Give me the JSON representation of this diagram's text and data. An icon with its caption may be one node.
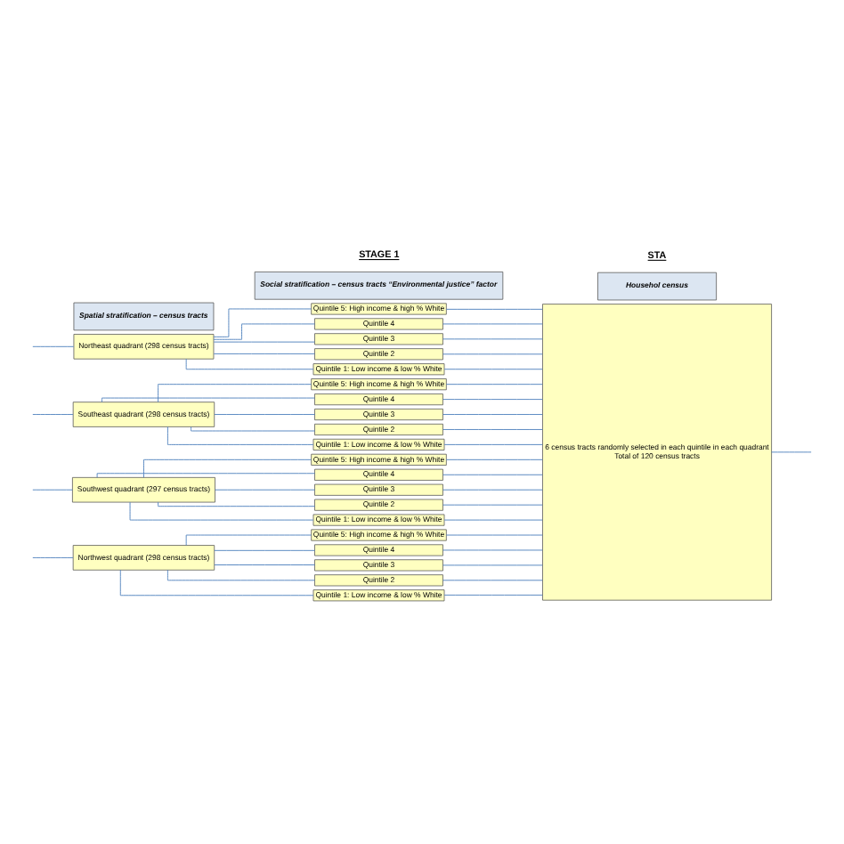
{
  "diagram": {
    "nodes": [
      {
        "text": [
          "Spatial stratification – census tracts"
        ]
      },
      {
        "text": [
          "Social stratification – census tracts “Environmental justice” factor"
        ]
      },
      {
        "text": [
          "Househol census"
        ]
      },
      {
        "text": [
          "Northeast quadrant (298 census tracts)"
        ]
      },
      {
        "text": [
          "Quintile 5: High income & high % White"
        ]
      },
      {
        "text": [
          "Quintile 4"
        ]
      },
      {
        "text": [
          "Quintile 3"
        ]
      },
      {
        "text": [
          "Quintile 2"
        ]
      },
      {
        "text": [
          "Quintile 1: Low income & low % White"
        ]
      },
      {
        "text": [
          "Southeast quadrant (298 census tracts)"
        ]
      },
      {
        "text": [
          "Quintile 5: High income & high % White"
        ]
      },
      {
        "text": [
          "Quintile 4"
        ]
      },
      {
        "text": [
          "Quintile 3"
        ]
      },
      {
        "text": [
          "Quintile 2"
        ]
      },
      {
        "text": [
          "Quintile 1: Low income & low % White"
        ]
      },
      {
        "text": [
          "Southwest quadrant (297 census tracts)"
        ]
      },
      {
        "text": [
          "Quintile 5: High income & high % White"
        ]
      },
      {
        "text": [
          "Quintile 4"
        ]
      },
      {
        "text": [
          "Quintile 3"
        ]
      },
      {
        "text": [
          "Quintile 2"
        ]
      },
      {
        "text": [
          "Quintile 1: Low income & low % White"
        ]
      },
      {
        "text": [
          "Northwest quadrant (298 census tracts)"
        ]
      },
      {
        "text": [
          "Quintile 5: High income & high % White"
        ]
      },
      {
        "text": [
          "Quintile 4"
        ]
      },
      {
        "text": [
          "Quintile 3"
        ]
      },
      {
        "text": [
          "Quintile 2"
        ]
      },
      {
        "text": [
          "Quintile 1: Low income & low % White"
        ]
      },
      {
        "text": [
          "6 census tracts randomly selected in each quintile in each quadrant",
          "Total of 120 census tracts"
        ]
      }
    ],
    "edges": [
      {
        "from": null,
        "to": 3,
        "arrow": "none"
      },
      {
        "from": 3,
        "to": 4,
        "arrow": "none"
      },
      {
        "from": 3,
        "to": 5,
        "arrow": "none"
      },
      {
        "from": 3,
        "to": 6,
        "arrow": "none"
      },
      {
        "from": 3,
        "to": 7,
        "arrow": "none"
      },
      {
        "from": 3,
        "to": 8,
        "arrow": "none"
      },
      {
        "from": null,
        "to": 9,
        "arrow": "none"
      },
      {
        "from": 9,
        "to": 10,
        "arrow": "none"
      },
      {
        "from": 9,
        "to": 11,
        "arrow": "none"
      },
      {
        "from": 9,
        "to": 12,
        "arrow": "none"
      },
      {
        "from": 9,
        "to": 13,
        "arrow": "none"
      },
      {
        "from": 9,
        "to": 14,
        "arrow": "none"
      },
      {
        "from": null,
        "to": 15,
        "arrow": "none"
      },
      {
        "from": 15,
        "to": 16,
        "arrow": "none"
      },
      {
        "from": 15,
        "to": 17,
        "arrow": "none"
      },
      {
        "from": 15,
        "to": 18,
        "arrow": "none"
      },
      {
        "from": 15,
        "to": 19,
        "arrow": "none"
      },
      {
        "from": 15,
        "to": 20,
        "arrow": "none"
      },
      {
        "from": null,
        "to": 21,
        "arrow": "none"
      },
      {
        "from": 21,
        "to": 22,
        "arrow": "none"
      },
      {
        "from": 21,
        "to": 23,
        "arrow": "none"
      },
      {
        "from": 21,
        "to": 24,
        "arrow": "none"
      },
      {
        "from": 21,
        "to": 25,
        "arrow": "none"
      },
      {
        "from": 21,
        "to": 26,
        "arrow": "none"
      },
      {
        "from": 4,
        "to": 27,
        "arrow": "none"
      },
      {
        "from": 5,
        "to": 27,
        "arrow": "none"
      },
      {
        "from": 6,
        "to": 27,
        "arrow": "none"
      },
      {
        "from": 7,
        "to": 27,
        "arrow": "none"
      },
      {
        "from": 8,
        "to": 27,
        "arrow": "none"
      },
      {
        "from": 10,
        "to": 27,
        "arrow": "none"
      },
      {
        "from": 11,
        "to": 27,
        "arrow": "none"
      },
      {
        "from": 12,
        "to": 27,
        "arrow": "none"
      },
      {
        "from": 13,
        "to": 27,
        "arrow": "none"
      },
      {
        "from": 14,
        "to": 27,
        "arrow": "none"
      },
      {
        "from": 16,
        "to": 27,
        "arrow": "none"
      },
      {
        "from": 17,
        "to": 27,
        "arrow": "none"
      },
      {
        "from": 18,
        "to": 27,
        "arrow": "none"
      },
      {
        "from": 19,
        "to": 27,
        "arrow": "none"
      },
      {
        "from": 20,
        "to": 27,
        "arrow": "none"
      },
      {
        "from": 22,
        "to": 27,
        "arrow": "none"
      },
      {
        "from": 23,
        "to": 27,
        "arrow": "none"
      },
      {
        "from": 24,
        "to": 27,
        "arrow": "none"
      },
      {
        "from": 25,
        "to": 27,
        "arrow": "none"
      },
      {
        "from": 26,
        "to": 27,
        "arrow": "none"
      },
      {
        "from": 27,
        "to": null,
        "arrow": "none"
      }
    ],
    "labels": [
      "STAGE 1",
      "STA"
    ]
  }
}
